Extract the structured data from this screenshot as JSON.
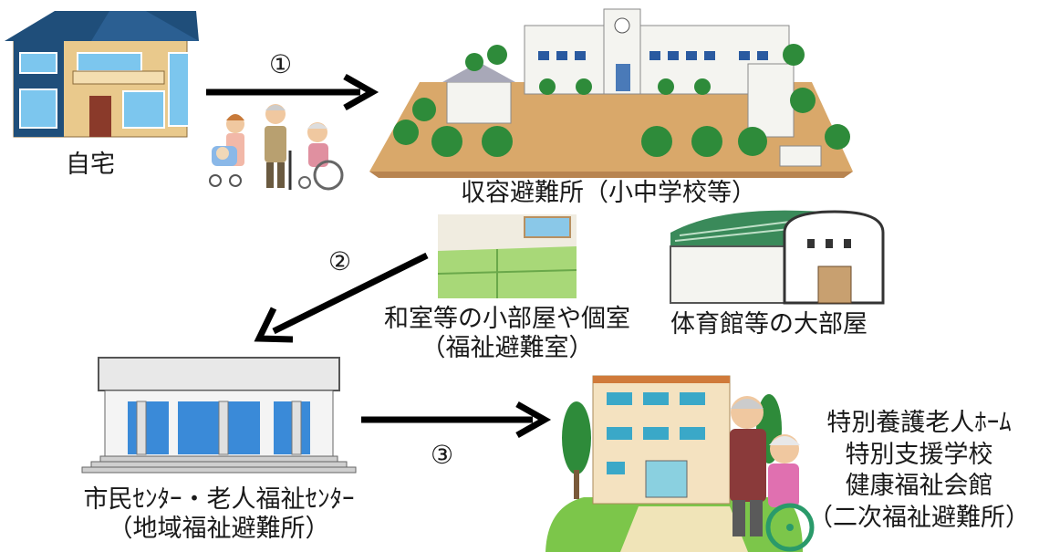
{
  "labels": {
    "home": "自宅",
    "evac_shelter": "収容避難所（小中学校等）",
    "small_room": "和室等の小部屋や個室",
    "small_room_sub": "（福祉避難室）",
    "large_room": "体育館等の大部屋",
    "community_center": "市民ｾﾝﾀｰ・老人福祉ｾﾝﾀｰ",
    "community_center_sub": "（地域福祉避難所）",
    "facility_line1": "特別養護老人ﾎｰﾑ",
    "facility_line2": "特別支援学校",
    "facility_line3": "健康福祉会館",
    "facility_line4": "（二次福祉避難所）"
  },
  "steps": [
    "①",
    "②",
    "③"
  ],
  "icons": [
    "house-icon",
    "evacuees-icon",
    "school-icon",
    "tatami-room-icon",
    "gymnasium-icon",
    "civic-center-icon",
    "care-facility-icon",
    "elderly-couple-icon"
  ],
  "colors": {
    "arrow": "#000000",
    "roof": "#1f4e7a",
    "house_wall": "#e8c98a",
    "school_ground": "#d9a86a",
    "trees": "#2e8b3a",
    "tatami": "#a8d878",
    "gym_roof": "#3a8a5a",
    "window_blue": "#4aa8e0"
  }
}
